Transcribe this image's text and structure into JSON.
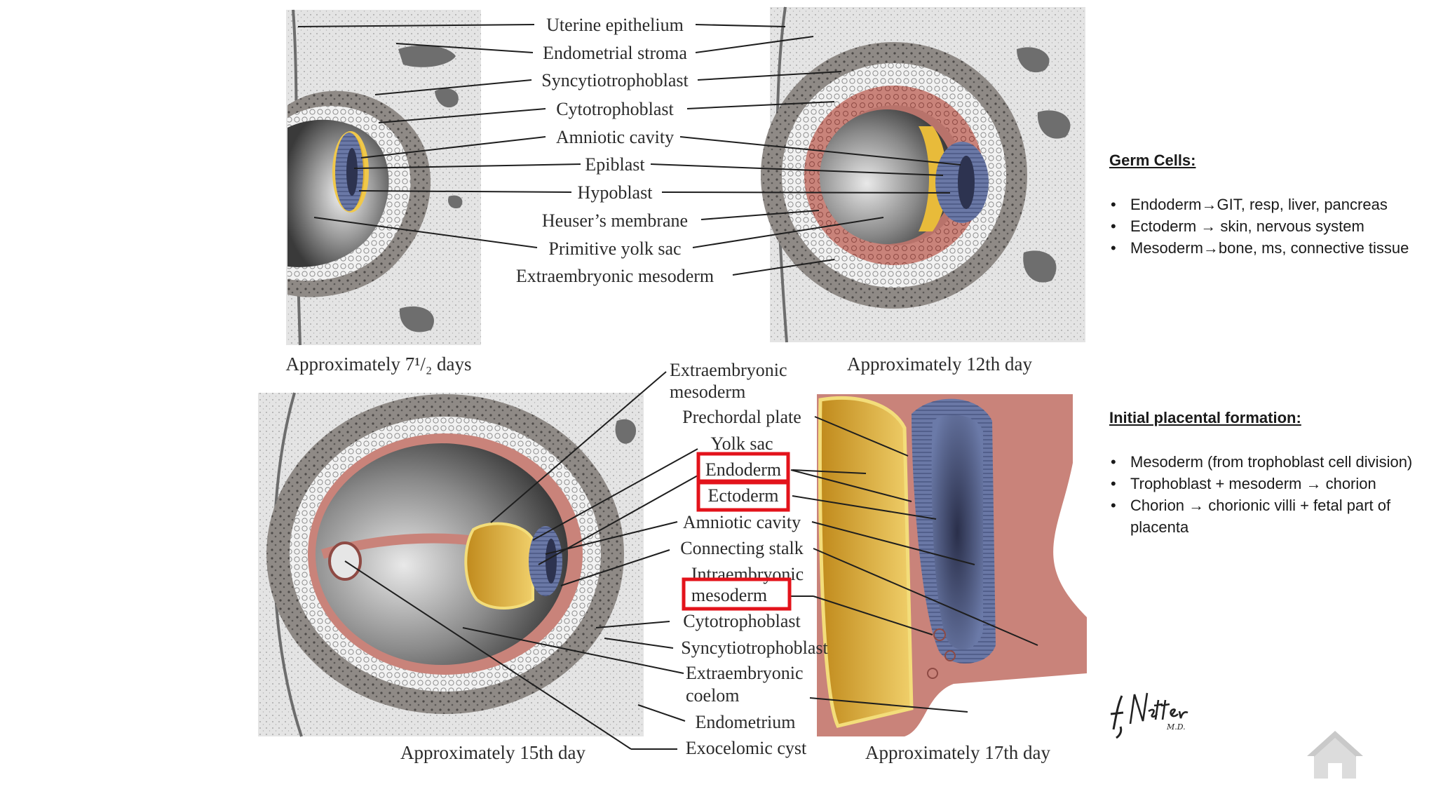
{
  "figure": {
    "labels_top": {
      "uterine_epithelium": "Uterine epithelium",
      "endometrial_stroma": "Endometrial stroma",
      "syncytiotrophoblast": "Syncytiotrophoblast",
      "cytotrophoblast": "Cytotrophoblast",
      "amniotic_cavity": "Amniotic cavity",
      "epiblast": "Epiblast",
      "hypoblast": "Hypoblast",
      "heusers_membrane": "Heuser’s membrane",
      "primitive_yolk_sac": "Primitive yolk sac",
      "extraembryonic_mesoderm": "Extraembryonic mesoderm"
    },
    "labels_bottom": {
      "extraembryonic_mesoderm_1": "Extraembryonic",
      "extraembryonic_mesoderm_2": "mesoderm",
      "prechordal_plate": "Prechordal plate",
      "yolk_sac": "Yolk sac",
      "endoderm": "Endoderm",
      "ectoderm": "Ectoderm",
      "amniotic_cavity": "Amniotic cavity",
      "connecting_stalk": "Connecting stalk",
      "intraembryonic_1": "Intraembryonic",
      "intraembryonic_2": "mesoderm",
      "cytotrophoblast": "Cytotrophoblast",
      "syncytiotrophoblast": "Syncytiotrophoblast",
      "extraembryonic_coelom_1": "Extraembryonic",
      "extraembryonic_coelom_2": "coelom",
      "endometrium": "Endometrium",
      "exocelomic_cyst": "Exocelomic cyst"
    },
    "captions": {
      "day7": "Approximately 7¹/₂ days",
      "day12": "Approximately 12th day",
      "day15": "Approximately 15th day",
      "day17": "Approximately 17th day"
    },
    "signature": "F. Netter M.D."
  },
  "notes": {
    "germ_cells": {
      "title": "Germ Cells:",
      "items": [
        "Endoderm→GIT, resp, liver, pancreas",
        "Ectoderm → skin, nervous system",
        "Mesoderm→bone, ms, connective tissue"
      ]
    },
    "placenta": {
      "title": "Initial placental formation:",
      "items": [
        "Mesoderm (from trophoblast cell division)",
        "Trophoblast + mesoderm → chorion",
        "Chorion → chorionic villi + fetal part of placenta"
      ]
    }
  },
  "colors": {
    "highlight": "#e3131b",
    "tissue_pink": "#cf8a82",
    "yolk": "#e6b43c",
    "epiblast_blue": "#5d6c99",
    "stroma": "#e6e6e6"
  }
}
